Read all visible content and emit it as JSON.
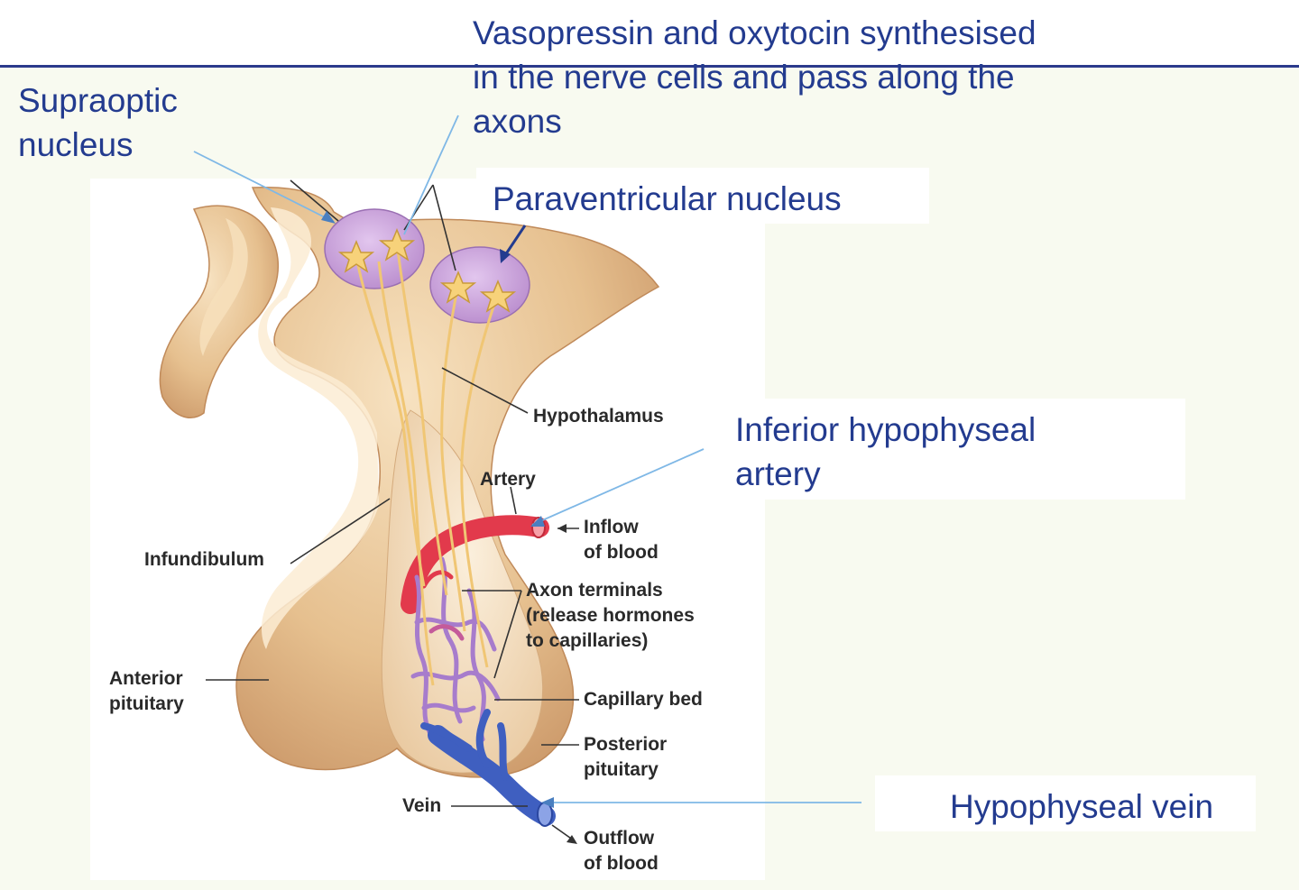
{
  "callouts": {
    "vasopressin": "Vasopressin and oxytocin synthesised\nin the nerve cells and pass along the\naxons",
    "supraoptic": "Supraoptic\nnucleus",
    "paraventricular": "Paraventricular nucleus",
    "inferior_artery": "Inferior hypophyseal\nartery",
    "hypophyseal_vein": "Hypophyseal vein"
  },
  "labels": {
    "hypothalamus": "Hypothalamus",
    "artery": "Artery",
    "inflow": "Inflow\nof blood",
    "infundibulum": "Infundibulum",
    "axon_terminals": "Axon terminals\n(release hormones\nto capillaries)",
    "anterior_pituitary": "Anterior\npituitary",
    "capillary_bed": "Capillary bed",
    "posterior_pituitary": "Posterior\npituitary",
    "vein": "Vein",
    "outflow": "Outflow\nof blood"
  },
  "colors": {
    "callout_text": "#233b8f",
    "rule": "#2b3a8c",
    "tissue": "#e8c79a",
    "tissue_dark": "#c9996a",
    "nucleus": "#c9a3d9",
    "artery": "#e03a4a",
    "vein": "#3f5fc0",
    "capillaries": "#a07cc8",
    "axon": "#f3c97a",
    "pointer": "#7fb8e6"
  }
}
